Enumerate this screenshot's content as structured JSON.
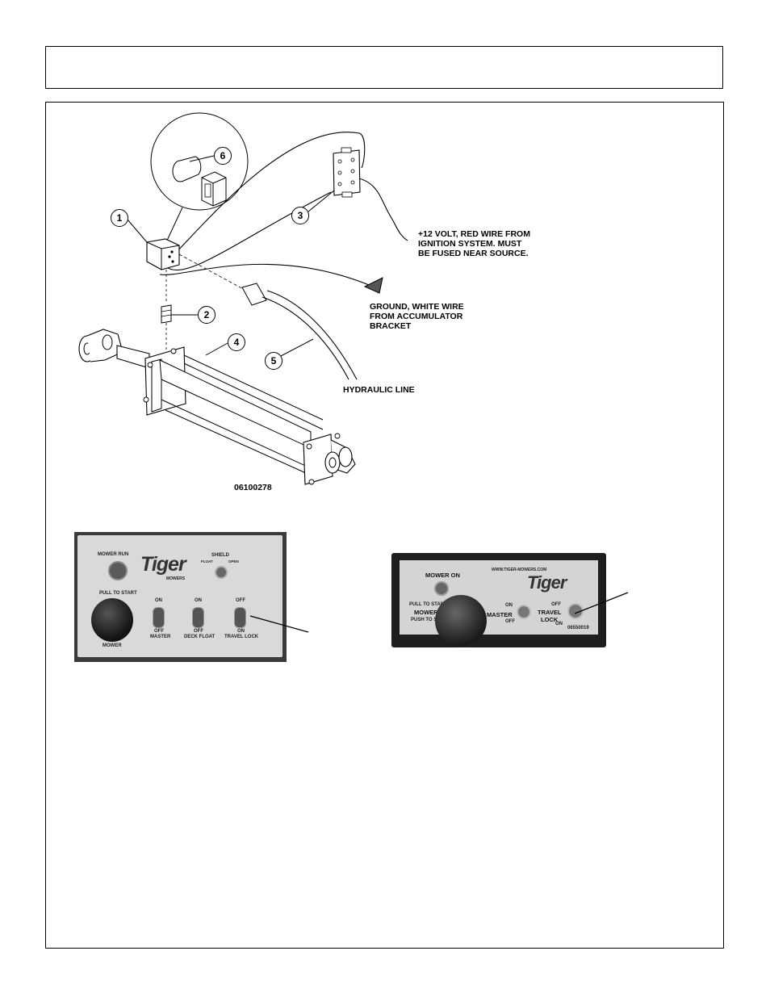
{
  "diagram": {
    "callouts": [
      "1",
      "2",
      "3",
      "4",
      "5",
      "6"
    ],
    "labels": {
      "power": "+12 VOLT, RED WIRE FROM\nIGNITION SYSTEM.  MUST\nBE FUSED NEAR SOURCE.",
      "ground": "GROUND, WHITE WIRE\nFROM ACCUMULATOR\nBRACKET",
      "hydraulic": "HYDRAULIC LINE",
      "part_number": "06100278"
    }
  },
  "panel_left": {
    "mower_run": "MOWER RUN",
    "shield": "SHIELD",
    "shield_float": "FLOAT",
    "shield_open": "OPEN",
    "pull_to_start": "PULL TO START",
    "mower": "MOWER",
    "master_on": "ON",
    "master_off": "OFF",
    "master": "MASTER",
    "deck_on": "ON",
    "deck_off": "OFF",
    "deck_float": "DECK FLOAT",
    "travel_off": "OFF",
    "travel_on": "ON",
    "travel_lock": "TRAVEL LOCK",
    "logo": "Tiger",
    "logo_sub": "MOWERS"
  },
  "panel_right": {
    "mower_on": "MOWER ON",
    "website": "WWW.TIGER-MOWERS.COM",
    "pull_to_start": "PULL TO START",
    "mower": "MOWER",
    "push_to_stop": "PUSH TO STOP",
    "master_on": "ON",
    "master": "MASTER",
    "master_off": "OFF",
    "travel_off": "OFF",
    "travel": "TRAVEL",
    "lock": "LOCK",
    "travel_on": "ON",
    "part_number": "06550019",
    "logo": "Tiger"
  }
}
